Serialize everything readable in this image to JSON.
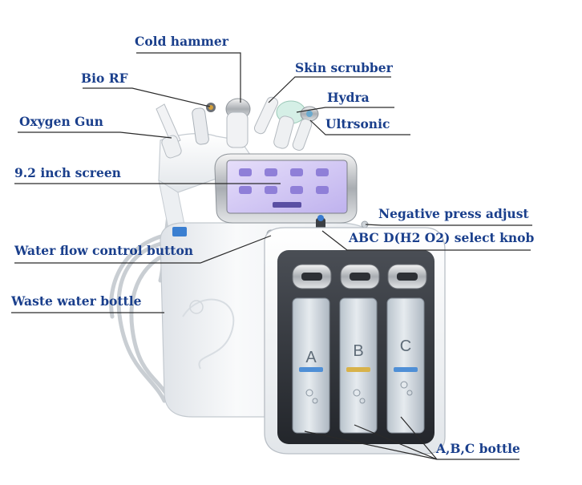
{
  "label_color": "#1a3f8c",
  "leader_color": "#2a2a2a",
  "callouts": {
    "cold_hammer": "Cold hammer",
    "bio_rf": "Bio RF",
    "oxygen_gun": "Oxygen Gun",
    "skin_scrubber": "Skin scrubber",
    "hydra": "Hydra",
    "ultrasonic": "Ultrsonic",
    "screen": "9.2 inch screen",
    "negative_press": "Negative press adjust",
    "select_knob": "ABC D(H2 O2) select knob",
    "water_flow": "Water flow control button",
    "waste_bottle": "Waste water bottle",
    "abc_bottle": "A,B,C bottle"
  },
  "bottles": {
    "a": "A",
    "b": "B",
    "c": "C"
  }
}
